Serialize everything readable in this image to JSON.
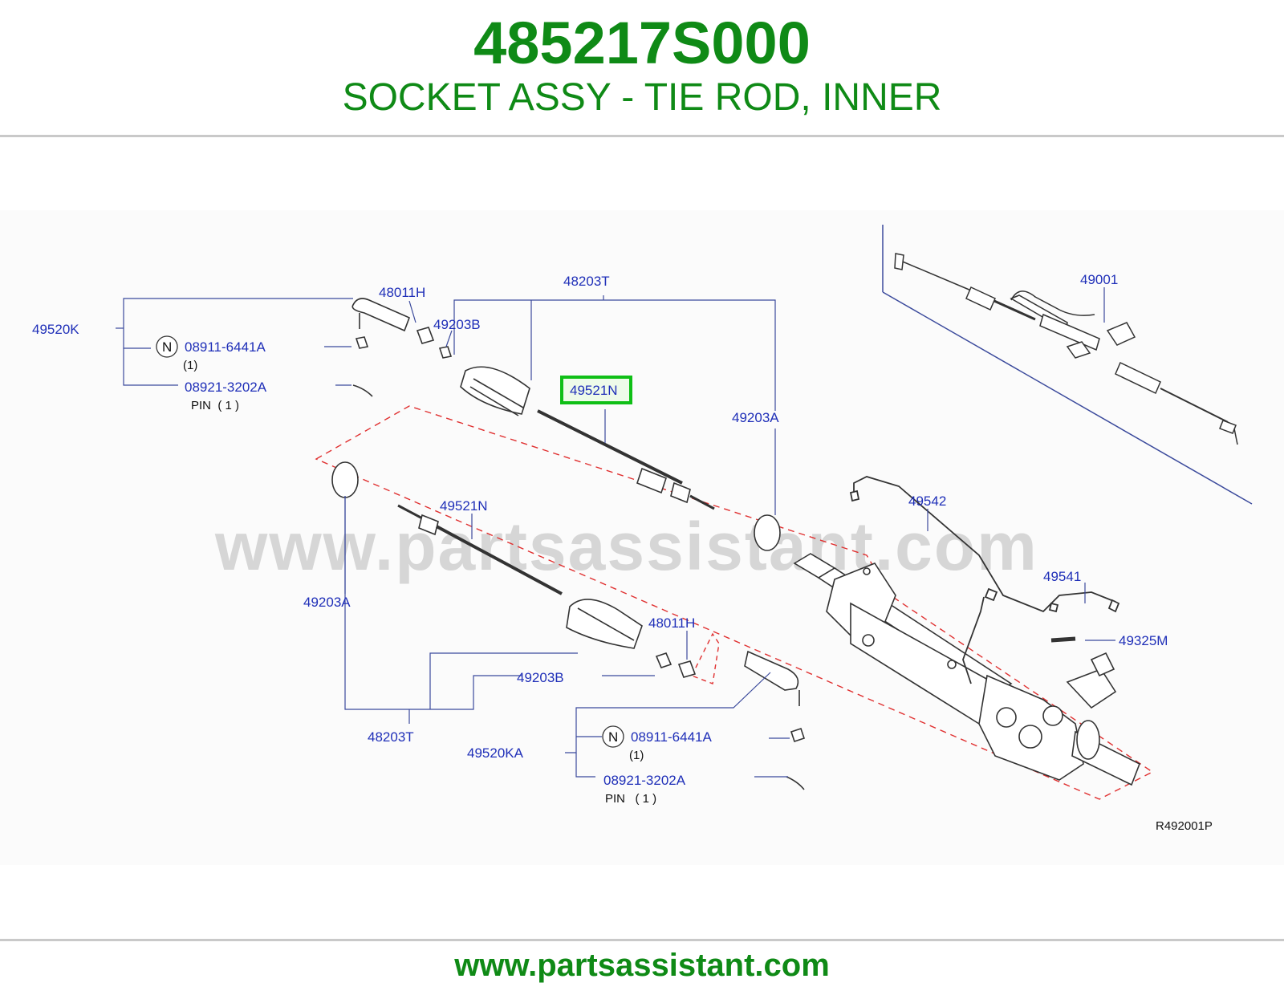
{
  "header": {
    "part_number": "485217S000",
    "description": "SOCKET ASSY - TIE ROD, INNER"
  },
  "diagram": {
    "watermark": "www.partsassistant.com",
    "reference_code": "R492001P",
    "highlighted_label": "49521N",
    "callouts": {
      "c_49520K": "49520K",
      "c_48011H_top": "48011H",
      "c_48203T_top": "48203T",
      "c_49203B_top": "49203B",
      "c_08911_top": "08911-6441A",
      "c_qty1_top": "(1)",
      "c_08921_top": "08921-3202A",
      "c_pin_top": "PIN  ( 1 )",
      "c_49203A_right": "49203A",
      "c_49001": "49001",
      "c_49542": "49542",
      "c_49541": "49541",
      "c_49325M": "49325M",
      "c_49521N_lower": "49521N",
      "c_49203A_left": "49203A",
      "c_48011H_lower": "48011H",
      "c_49203B_lower": "49203B",
      "c_48203T_lower": "48203T",
      "c_49520KA": "49520KA",
      "c_08911_lower": "08911-6441A",
      "c_qty1_lower": "(1)",
      "c_08921_lower": "08921-3202A",
      "c_pin_lower": "PIN   ( 1 )",
      "n_mark": "N"
    }
  },
  "footer": {
    "url": "www.partsassistant.com"
  },
  "colors": {
    "brand_green": "#0f8a16",
    "callout_blue": "#1f2fb8",
    "highlight_box": "#0fbf16",
    "dashed_red": "#e03030",
    "watermark_gray": "#d6d6d6",
    "rule_gray": "#c9c9c9"
  }
}
